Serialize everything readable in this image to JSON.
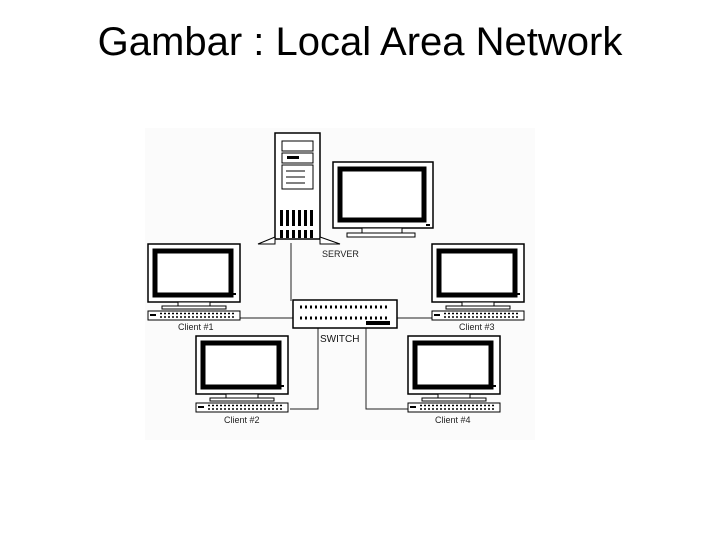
{
  "title": "Gambar : Local Area Network",
  "diagram": {
    "labels": {
      "server": "SERVER",
      "switch": "SWITCH",
      "client1": "Client #1",
      "client2": "Client #2",
      "client3": "Client #3",
      "client4": "Client #4"
    },
    "nodes": [
      {
        "id": "server",
        "type": "server-computer"
      },
      {
        "id": "switch",
        "type": "network-switch"
      },
      {
        "id": "client1",
        "type": "desktop-computer"
      },
      {
        "id": "client2",
        "type": "desktop-computer"
      },
      {
        "id": "client3",
        "type": "desktop-computer"
      },
      {
        "id": "client4",
        "type": "desktop-computer"
      }
    ],
    "links": [
      [
        "server",
        "switch"
      ],
      [
        "client1",
        "switch"
      ],
      [
        "client2",
        "switch"
      ],
      [
        "client3",
        "switch"
      ],
      [
        "client4",
        "switch"
      ]
    ]
  }
}
